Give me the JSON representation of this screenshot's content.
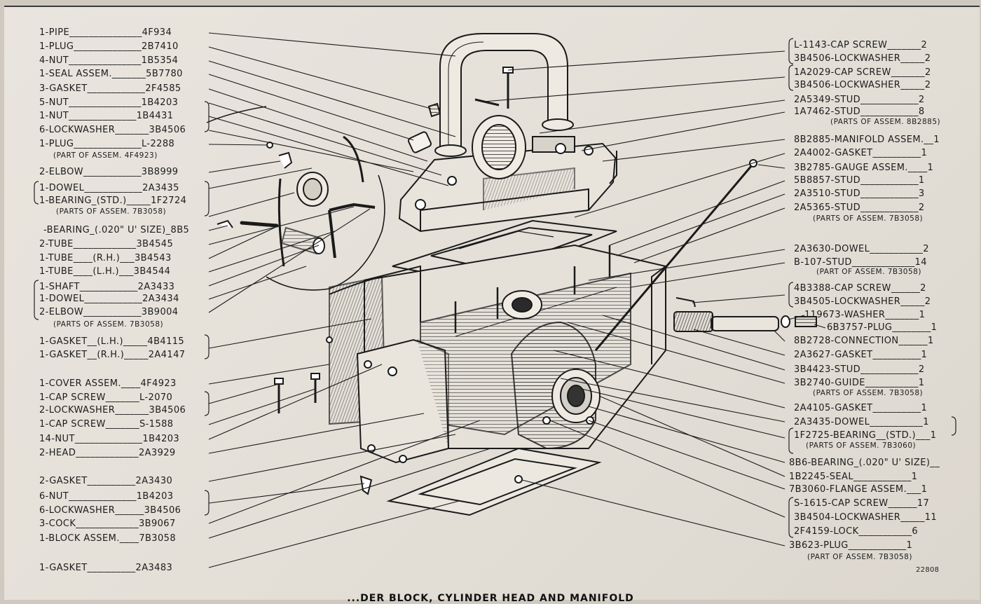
{
  "left_labels": [
    {
      "id": "l1",
      "text": "1-PIPE_______________4F934"
    },
    {
      "id": "l2",
      "text": "1-PLUG______________2B7410"
    },
    {
      "id": "l3",
      "text": "4-NUT_______________1B5354"
    },
    {
      "id": "l4",
      "text": "1-SEAL ASSEM._______5B7780"
    },
    {
      "id": "l5",
      "text": "3-GASKET____________2F4585"
    },
    {
      "id": "l6",
      "text": "5-NUT_______________1B4203"
    },
    {
      "id": "l7",
      "text": "1-NUT______________1B4431"
    },
    {
      "id": "l8",
      "text": "6-LOCKWASHER_______3B4506"
    },
    {
      "id": "l9",
      "text": "1-PLUG______________L-2288"
    },
    {
      "id": "l9s",
      "text": "(PART OF ASSEM. 4F4923)"
    },
    {
      "id": "l10",
      "text": "2-ELBOW____________3B8999"
    },
    {
      "id": "l11",
      "text": "1-DOWEL____________2A3435"
    },
    {
      "id": "l12",
      "text": "1-BEARING_(STD.)_____1F2724"
    },
    {
      "id": "l12s",
      "text": "(PARTS OF ASSEM. 7B3058)"
    },
    {
      "id": "l13",
      "text": "-BEARING_(.020\" U' SIZE)_8B5"
    },
    {
      "id": "l14",
      "text": "2-TUBE_____________3B4545"
    },
    {
      "id": "l15",
      "text": "1-TUBE____(R.H.)___3B4543"
    },
    {
      "id": "l16",
      "text": "1-TUBE____(L.H.)___3B4544"
    },
    {
      "id": "l17",
      "text": "1-SHAFT____________2A3433"
    },
    {
      "id": "l18",
      "text": "1-DOWEL____________2A3434"
    },
    {
      "id": "l19",
      "text": "2-ELBOW____________3B9004"
    },
    {
      "id": "l19s",
      "text": "(PARTS OF ASSEM. 7B3058)"
    },
    {
      "id": "l20",
      "text": "1-GASKET__(L.H.)_____4B4115"
    },
    {
      "id": "l21",
      "text": "1-GASKET__(R.H.)_____2A4147"
    },
    {
      "id": "l22",
      "text": "1-COVER ASSEM.____4F4923"
    },
    {
      "id": "l23",
      "text": "1-CAP SCREW_______L-2070"
    },
    {
      "id": "l24",
      "text": "2-LOCKWASHER_______3B4506"
    },
    {
      "id": "l25",
      "text": "1-CAP SCREW_______S-1588"
    },
    {
      "id": "l26",
      "text": "14-NUT______________1B4203"
    },
    {
      "id": "l27",
      "text": "2-HEAD_____________2A3929"
    },
    {
      "id": "l28",
      "text": "2-GASKET__________2A3430"
    },
    {
      "id": "l29",
      "text": "6-NUT______________1B4203"
    },
    {
      "id": "l30",
      "text": "6-LOCKWASHER______3B4506"
    },
    {
      "id": "l31",
      "text": "3-COCK_____________3B9067"
    },
    {
      "id": "l32",
      "text": "1-BLOCK ASSEM.____7B3058"
    },
    {
      "id": "l33",
      "text": "1-GASKET__________2A3483"
    }
  ],
  "right_labels": [
    {
      "id": "r1",
      "text": "L-1143-CAP SCREW_______2"
    },
    {
      "id": "r2",
      "text": "3B4506-LOCKWASHER_____2"
    },
    {
      "id": "r3",
      "text": "1A2029-CAP SCREW_______2"
    },
    {
      "id": "r4",
      "text": "3B4506-LOCKWASHER_____2"
    },
    {
      "id": "r5",
      "text": "2A5349-STUD____________2"
    },
    {
      "id": "r6",
      "text": "1A7462-STUD____________8"
    },
    {
      "id": "r6s",
      "text": "(PARTS OF ASSEM. 8B2885)"
    },
    {
      "id": "r7",
      "text": "8B2885-MANIFOLD ASSEM.__1"
    },
    {
      "id": "r8",
      "text": "2A4002-GASKET__________1"
    },
    {
      "id": "r9",
      "text": "3B2785-GAUGE ASSEM.____1"
    },
    {
      "id": "r10",
      "text": "5B8857-STUD____________1"
    },
    {
      "id": "r11",
      "text": "2A3510-STUD____________3"
    },
    {
      "id": "r12",
      "text": "2A5365-STUD____________2"
    },
    {
      "id": "r12s",
      "text": "(PARTS OF ASSEM. 7B3058)"
    },
    {
      "id": "r13",
      "text": "2A3630-DOWEL___________2"
    },
    {
      "id": "r14",
      "text": "B-107-STUD_____________14"
    },
    {
      "id": "r14s",
      "text": "(PART OF ASSEM. 7B3058)"
    },
    {
      "id": "r15",
      "text": "4B3388-CAP SCREW______2"
    },
    {
      "id": "r16",
      "text": "3B4505-LOCKWASHER_____2"
    },
    {
      "id": "r17",
      "text": "119673-WASHER_______1"
    },
    {
      "id": "r18",
      "text": "6B3757-PLUG________1"
    },
    {
      "id": "r19",
      "text": "8B2728-CONNECTION______1"
    },
    {
      "id": "r20",
      "text": "2A3627-GASKET__________1"
    },
    {
      "id": "r21",
      "text": "3B4423-STUD____________2"
    },
    {
      "id": "r22",
      "text": "3B2740-GUIDE___________1"
    },
    {
      "id": "r22s",
      "text": "(PARTS OF ASSEM. 7B3058)"
    },
    {
      "id": "r23",
      "text": "2A4105-GASKET__________1"
    },
    {
      "id": "r24",
      "text": "2A3435-DOWEL___________1"
    },
    {
      "id": "r25",
      "text": "1F2725-BEARING__(STD.)___1"
    },
    {
      "id": "r25s",
      "text": "(PARTS OF ASSEM. 7B3060)"
    },
    {
      "id": "r26",
      "text": "8B6-BEARING_(.020\" U' SIZE)__"
    },
    {
      "id": "r27",
      "text": "1B2245-SEAL____________1"
    },
    {
      "id": "r28",
      "text": "7B3060-FLANGE ASSEM.___1"
    },
    {
      "id": "r29",
      "text": "S-1615-CAP SCREW______17"
    },
    {
      "id": "r30",
      "text": "3B4504-LOCKWASHER_____11"
    },
    {
      "id": "r31",
      "text": "2F4159-LOCK___________6"
    },
    {
      "id": "r32",
      "text": "3B623-PLUG____________1"
    },
    {
      "id": "r32s",
      "text": "(PART OF ASSEM. 7B3058)"
    }
  ],
  "figure_number": "22808",
  "caption": "...DER BLOCK, CYLINDER HEAD AND MANIFOLD"
}
